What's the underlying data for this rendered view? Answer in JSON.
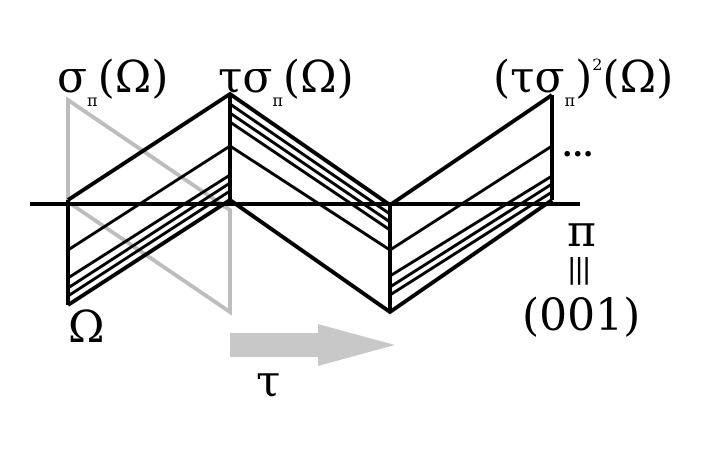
{
  "labels": {
    "sigma_pi_prefix": "σ",
    "sigma_pi_sub": "π",
    "sigma_pi_suffix": "(Ω)",
    "tau_sigma_prefix": "τσ",
    "tau_sigma_sub": "π",
    "tau_sigma_suffix": "(Ω)",
    "tau_sigma_sq_open": "(τσ",
    "tau_sigma_sq_sub": "π",
    "tau_sigma_sq_close": ")",
    "tau_sigma_sq_sup": "2",
    "tau_sigma_sq_suffix": "(Ω)",
    "ellipsis": "...",
    "pi": "π",
    "equiv": "|||",
    "miller": "(001)",
    "omega": "Ω",
    "tau": "τ"
  },
  "colors": {
    "line": "#000000",
    "grey_outline": "#bdbdbd",
    "arrow": "#c8c8c8",
    "background": "#ffffff"
  }
}
